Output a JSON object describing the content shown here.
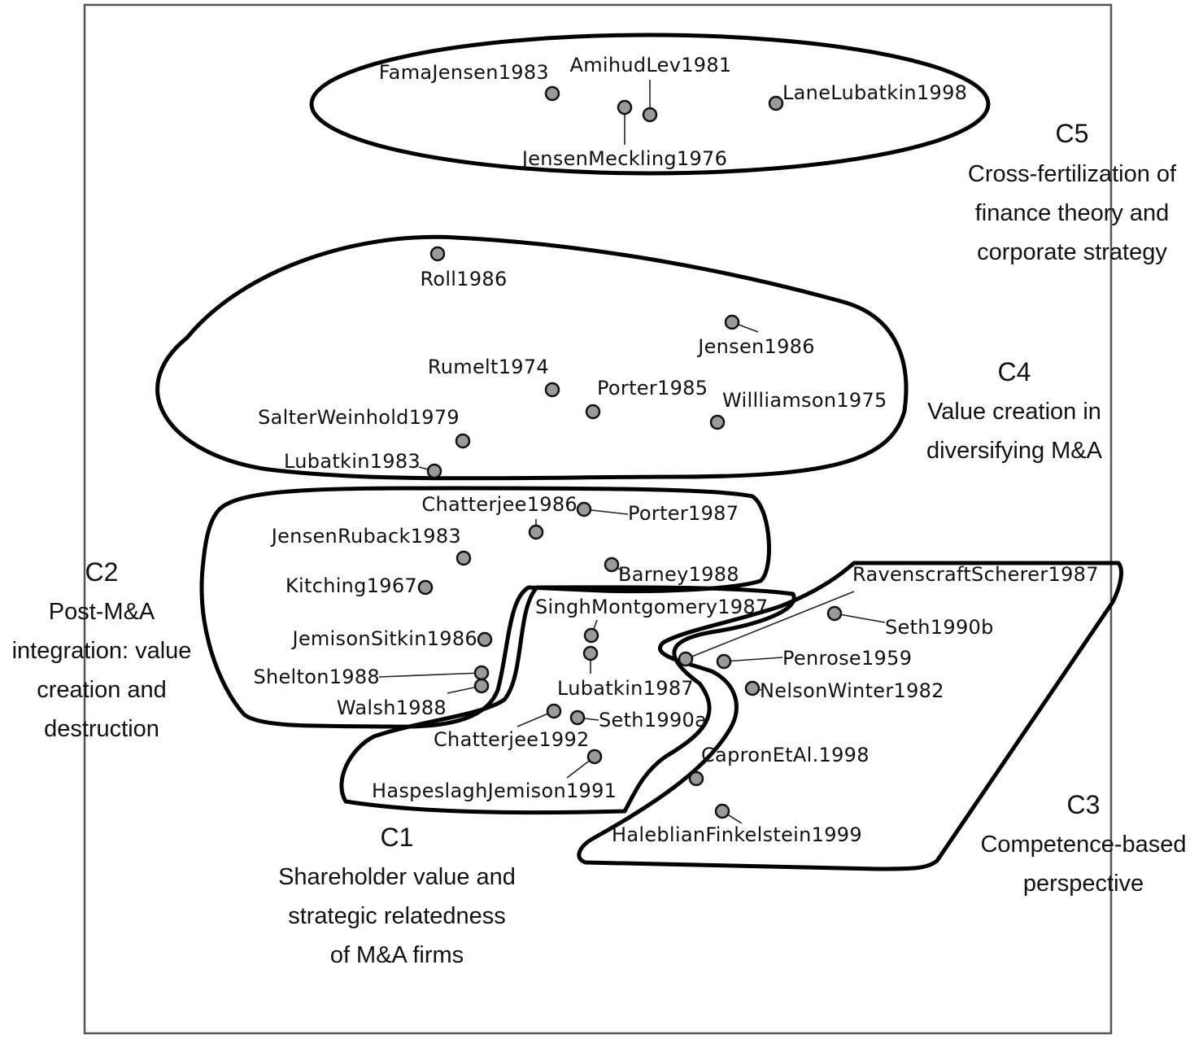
{
  "diagram": {
    "clusters": [
      {
        "id": "C5",
        "lines": [
          "Cross-fertilization of",
          "finance theory and",
          "corporate strategy"
        ]
      },
      {
        "id": "C4",
        "lines": [
          "Value creation in",
          "diversifying M&A"
        ]
      },
      {
        "id": "C2",
        "lines": [
          "Post-M&A",
          "integration: value",
          "creation and",
          "destruction"
        ]
      },
      {
        "id": "C1",
        "lines": [
          "Shareholder value and",
          "strategic relatedness",
          "of M&A firms"
        ]
      },
      {
        "id": "C3",
        "lines": [
          "Competence-based",
          "perspective"
        ]
      }
    ],
    "points": [
      {
        "label": "FamaJensen1983",
        "cluster": "C5"
      },
      {
        "label": "AmihudLev1981",
        "cluster": "C5"
      },
      {
        "label": "LaneLubatkin1998",
        "cluster": "C5"
      },
      {
        "label": "JensenMeckling1976",
        "cluster": "C5"
      },
      {
        "label": "Roll1986",
        "cluster": "C4"
      },
      {
        "label": "Jensen1986",
        "cluster": "C4"
      },
      {
        "label": "Rumelt1974",
        "cluster": "C4"
      },
      {
        "label": "Porter1985",
        "cluster": "C4"
      },
      {
        "label": "Willliamson1975",
        "cluster": "C4"
      },
      {
        "label": "SalterWeinhold1979",
        "cluster": "C4"
      },
      {
        "label": "Lubatkin1983",
        "cluster": "C4"
      },
      {
        "label": "Chatterjee1986",
        "cluster": "C2"
      },
      {
        "label": "Porter1987",
        "cluster": "C2"
      },
      {
        "label": "JensenRuback1983",
        "cluster": "C2"
      },
      {
        "label": "Barney1988",
        "cluster": "C2"
      },
      {
        "label": "Kitching1967",
        "cluster": "C2"
      },
      {
        "label": "JemisonSitkin1986",
        "cluster": "C2"
      },
      {
        "label": "Shelton1988",
        "cluster": "C2"
      },
      {
        "label": "Walsh1988",
        "cluster": "C2"
      },
      {
        "label": "SinghMontgomery1987",
        "cluster": "C1"
      },
      {
        "label": "Lubatkin1987",
        "cluster": "C1"
      },
      {
        "label": "Seth1990a",
        "cluster": "C1"
      },
      {
        "label": "Chatterjee1992",
        "cluster": "C1"
      },
      {
        "label": "HaspeslaghJemison1991",
        "cluster": "C1"
      },
      {
        "label": "RavenscraftScherer1987",
        "cluster": "C3"
      },
      {
        "label": "Seth1990b",
        "cluster": "C3"
      },
      {
        "label": "Penrose1959",
        "cluster": "C3"
      },
      {
        "label": "NelsonWinter1982",
        "cluster": "C3"
      },
      {
        "label": "CapronEtAl.1998",
        "cluster": "C3"
      },
      {
        "label": "HaleblianFinkelstein1999",
        "cluster": "C3"
      }
    ]
  }
}
